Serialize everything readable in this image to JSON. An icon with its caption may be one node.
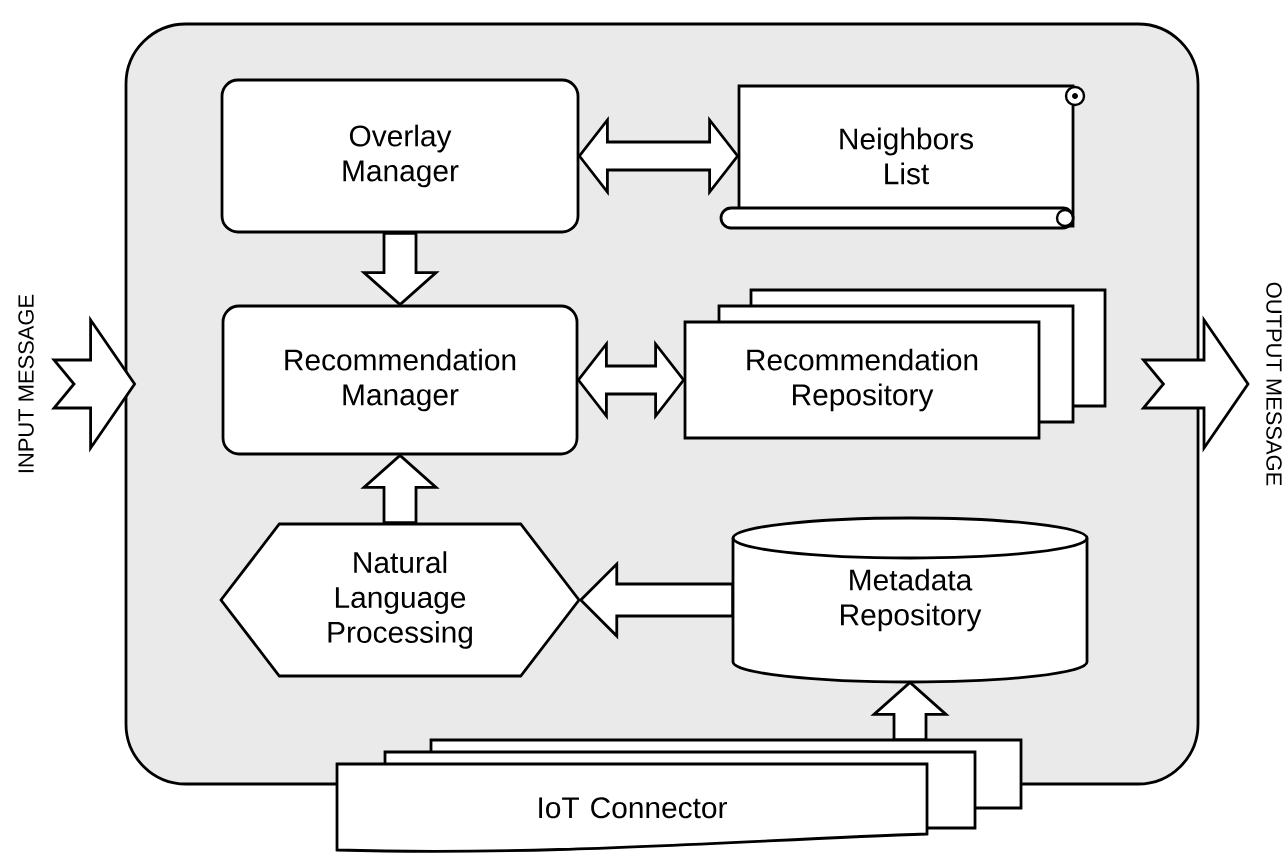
{
  "diagram": {
    "nodes": [
      {
        "text": [],
        "shape": "box"
      },
      {
        "text": [
          "Overlay Manager"
        ],
        "in": 0
      },
      {
        "text": [
          "Neighbors List"
        ],
        "in": 0
      },
      {
        "text": [
          "Recommendation Manager"
        ],
        "in": 0
      },
      {
        "text": [
          "Recommendation Repository"
        ],
        "in": 0
      },
      {
        "text": [
          "Natural Language Processing"
        ],
        "in": 0
      },
      {
        "text": [
          "Metadata Repository"
        ],
        "in": 0
      },
      {
        "text": [
          "IoT Connector"
        ]
      }
    ],
    "edges": [
      {
        "from": 1,
        "to": 2,
        "arrow": "both"
      },
      {
        "from": 1,
        "to": 3,
        "arrow": "to"
      },
      {
        "from": 3,
        "to": 4,
        "arrow": "both"
      },
      {
        "from": 5,
        "to": 3,
        "arrow": "to"
      },
      {
        "from": 6,
        "to": 5,
        "arrow": "to"
      },
      {
        "from": 7,
        "to": 6,
        "arrow": "to"
      },
      {
        "from": null,
        "to": 0,
        "arrow": "to"
      },
      {
        "from": 0,
        "to": null,
        "arrow": "to"
      }
    ],
    "labels": [
      "INPUT MESSAGE",
      "OUTPUT MESSAGE"
    ]
  }
}
